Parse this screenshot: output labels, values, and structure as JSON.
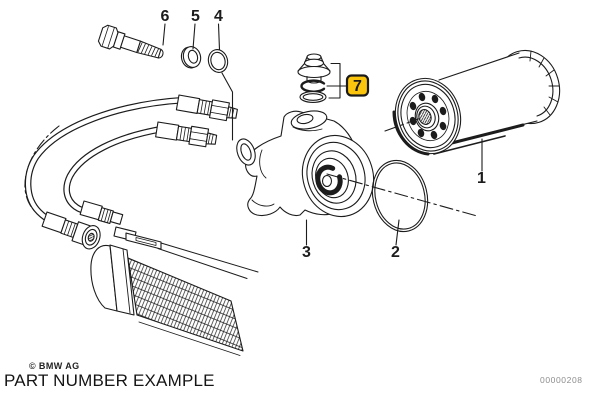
{
  "diagram": {
    "type": "exploded-parts-diagram",
    "callouts": [
      {
        "label": "1"
      },
      {
        "label": "2"
      },
      {
        "label": "3"
      },
      {
        "label": "4"
      },
      {
        "label": "5"
      },
      {
        "label": "6"
      },
      {
        "label": "7",
        "highlighted": true
      }
    ],
    "highlight": {
      "fill": "#FBC40D",
      "border": "#1a1a1a"
    },
    "line_color": "#1c1c1c",
    "background": "#ffffff"
  },
  "footer": {
    "copyright": "© BMW AG",
    "caption": "PART NUMBER EXAMPLE",
    "code": "00000208"
  }
}
